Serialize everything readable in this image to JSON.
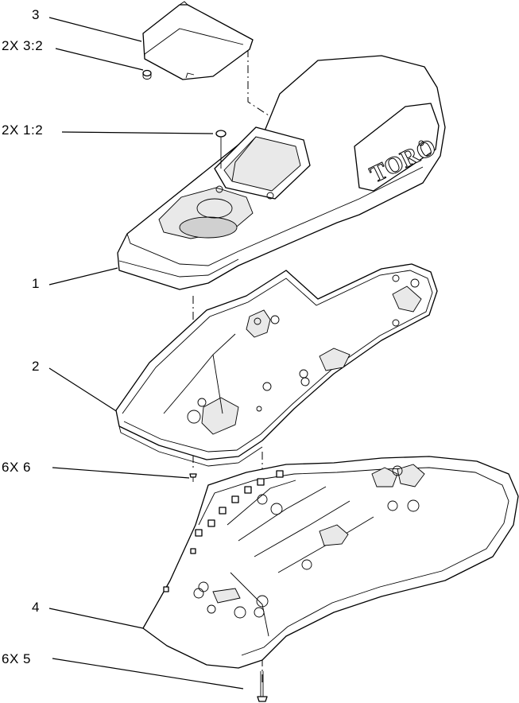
{
  "callouts": {
    "part3": "3",
    "part3_hw": "2X  3:2",
    "part1_hw": "2X  1:2",
    "part1": "1",
    "part2": "2",
    "part6": "6X  6",
    "part4": "4",
    "part5": "6X  5"
  },
  "logo": {
    "text": "TORO"
  }
}
